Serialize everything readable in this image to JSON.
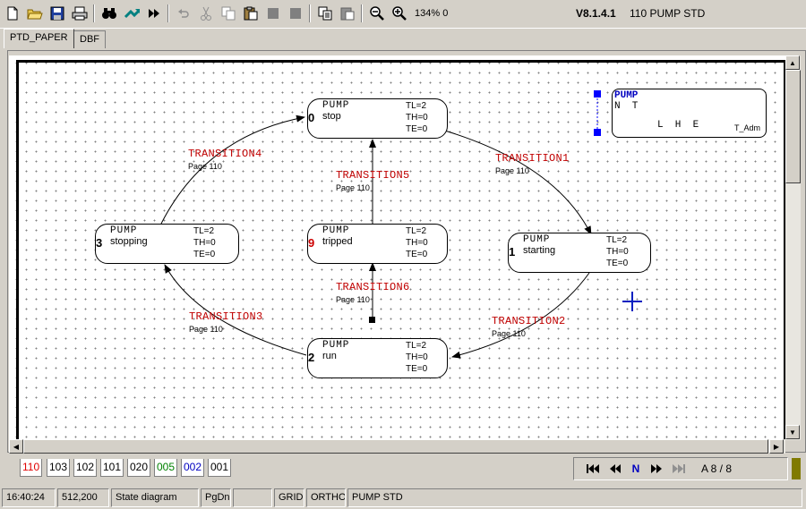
{
  "toolbar": {
    "zoom": "134% 0",
    "version": "V8.1.4.1",
    "title": "110 PUMP STD"
  },
  "tabs": [
    {
      "label": "PTD_PAPER"
    },
    {
      "label": "DBF"
    }
  ],
  "diagram": {
    "states": [
      {
        "num": "0",
        "type": "PUMP",
        "name": "stop",
        "tl": "TL=2",
        "th": "TH=0",
        "te": "TE=0",
        "num_color": "#000000"
      },
      {
        "num": "1",
        "type": "PUMP",
        "name": "starting",
        "tl": "TL=2",
        "th": "TH=0",
        "te": "TE=0",
        "num_color": "#000000"
      },
      {
        "num": "2",
        "type": "PUMP",
        "name": "run",
        "tl": "TL=2",
        "th": "TH=0",
        "te": "TE=0",
        "num_color": "#000000"
      },
      {
        "num": "3",
        "type": "PUMP",
        "name": "stopping",
        "tl": "TL=2",
        "th": "TH=0",
        "te": "TE=0",
        "num_color": "#000000"
      },
      {
        "num": "9",
        "type": "PUMP",
        "name": "tripped",
        "tl": "TL=2",
        "th": "TH=0",
        "te": "TE=0",
        "num_color": "#cc0000"
      }
    ],
    "transitions": [
      {
        "name": "TRANSITION1",
        "page": "Page 110"
      },
      {
        "name": "TRANSITION2",
        "page": "Page 110"
      },
      {
        "name": "TRANSITION3",
        "page": "Page 110"
      },
      {
        "name": "TRANSITION4",
        "page": "Page 110"
      },
      {
        "name": "TRANSITION5",
        "page": "Page 110"
      },
      {
        "name": "TRANSITION6",
        "page": "Page 110"
      }
    ],
    "info_box": {
      "title": "PUMP",
      "line1": "N  T",
      "line2": "L  H  E",
      "owner": "T_Adm"
    }
  },
  "page_tabs": [
    {
      "label": "110",
      "color": "#e00000"
    },
    {
      "label": "103",
      "color": "#000000"
    },
    {
      "label": "102",
      "color": "#000000"
    },
    {
      "label": "101",
      "color": "#000000"
    },
    {
      "label": "020",
      "color": "#000000"
    },
    {
      "label": "005",
      "color": "#008000"
    },
    {
      "label": "002",
      "color": "#0000c0"
    },
    {
      "label": "001",
      "color": "#000000"
    }
  ],
  "nav": {
    "mode": "N",
    "page_indicator": "A 8 / 8"
  },
  "status": {
    "time": "16:40:24",
    "coords": "512,200",
    "view": "State diagram",
    "key": "PgDn",
    "empty": "",
    "grid": "GRID",
    "ortho": "ORTHO",
    "name": "PUMP STD"
  },
  "colors": {
    "transition": "#c00000",
    "selection": "#0000ff",
    "cursor": "#0020c0"
  }
}
